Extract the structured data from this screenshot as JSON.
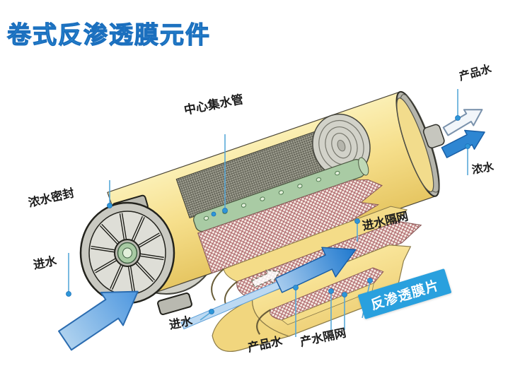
{
  "title": "卷式反渗透膜元件",
  "labels": {
    "center_tube": "中心集水管",
    "product_top": "产品水",
    "concentrate": "浓水",
    "brine_seal": "浓水密封",
    "feed_left": "进水",
    "feed_spacer": "进水隔网",
    "membrane_badge": "反渗透膜片",
    "feed_bottom": "进水",
    "product_bottom": "产品水",
    "permeate_spacer": "产水隔网"
  },
  "colors": {
    "title_blue": "#3AACEA",
    "title_outline": "#1B6FBE",
    "badge_blue": "#29A0DE",
    "shell_yellow": "#F6DF8C",
    "center_tube_green": "#A9CBA4",
    "feed_spacer_pink": "#AC6165",
    "arrow_blue": "#2E86D2",
    "leader_blue": "#58A8D8"
  }
}
